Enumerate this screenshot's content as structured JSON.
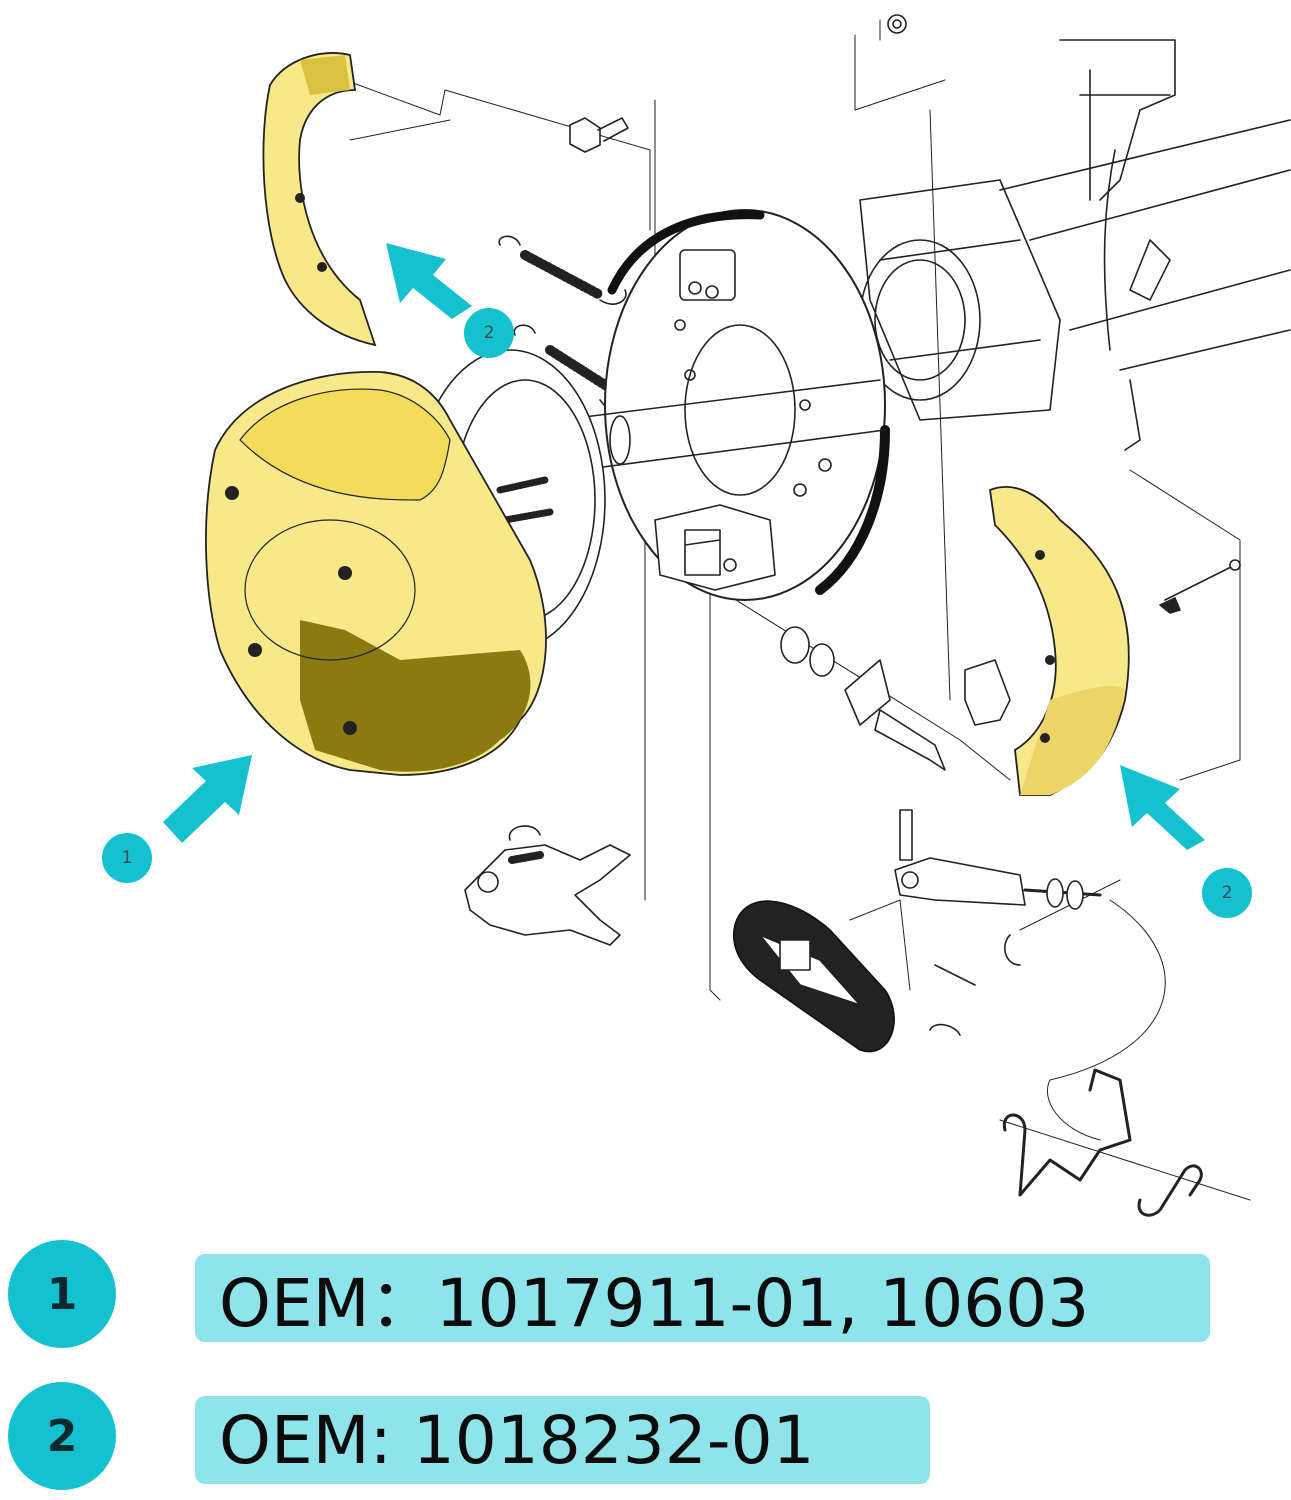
{
  "colors": {
    "accent": "#14c2cf",
    "label_bg": "#8fe3ea",
    "part_highlight": "#f7e98a",
    "part_shadow": "#8b7a10",
    "line": "#222222"
  },
  "callouts": [
    {
      "id": "drum",
      "number": "1"
    },
    {
      "id": "shoe-top",
      "number": "2"
    },
    {
      "id": "shoe-right",
      "number": "2"
    }
  ],
  "legend": [
    {
      "number": "1",
      "text": "OEM：1017911-01, 10603"
    },
    {
      "number": "2",
      "text": "OEM: 1018232-01"
    }
  ]
}
